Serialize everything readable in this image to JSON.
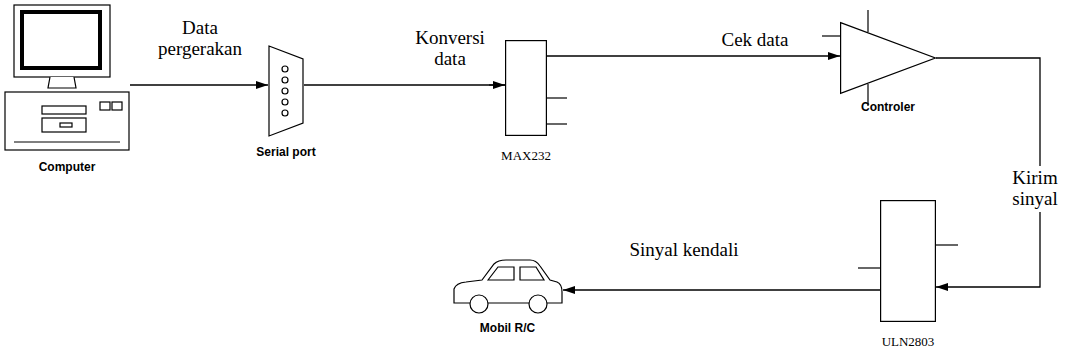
{
  "diagram": {
    "nodes": [
      {
        "text": [
          "Computer"
        ]
      },
      {
        "text": [
          "Serial port"
        ]
      },
      {
        "text": [
          "MAX232"
        ]
      },
      {
        "text": [
          "Controler"
        ]
      },
      {
        "text": [
          "ULN2803"
        ]
      },
      {
        "text": [
          "Mobil R/C"
        ]
      }
    ],
    "edges": [
      {
        "from": 0,
        "to": 1,
        "label": "Data pergerakan",
        "arrow": "to"
      },
      {
        "from": 1,
        "to": 2,
        "label": "Konversi data",
        "arrow": "to"
      },
      {
        "from": 2,
        "to": 3,
        "label": "Cek data",
        "arrow": "to"
      },
      {
        "from": 3,
        "to": 4,
        "label": "Kirim sinyal",
        "arrow": "to"
      },
      {
        "from": 4,
        "to": 5,
        "label": "Sinyal kendali",
        "arrow": "to"
      }
    ]
  }
}
